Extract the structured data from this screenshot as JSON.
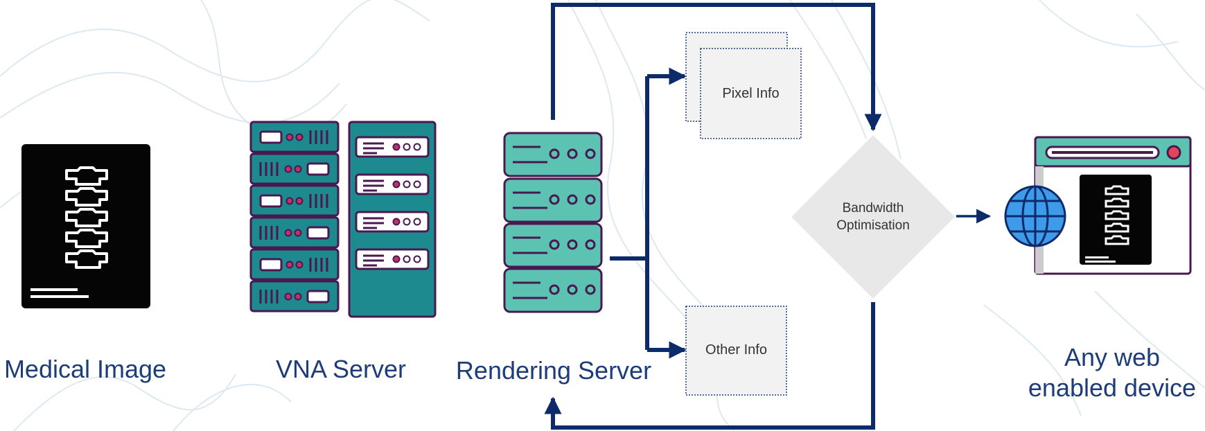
{
  "nodes": {
    "medical_image": "Medical Image",
    "vna_server": "VNA Server",
    "rendering_server": "Rendering Server",
    "pixel_info": "Pixel Info",
    "other_info": "Other Info",
    "bandwidth_line1": "Bandwidth",
    "bandwidth_line2": "Optimisation",
    "device_line1": "Any web",
    "device_line2": "enabled device"
  },
  "colors": {
    "text": "#1d3c78",
    "arrow": "#0d2a6b",
    "teal_dark": "#1d8a8f",
    "teal_light": "#5cc3b3",
    "purple_outline": "#4a1850",
    "diamond": "#e8e8e8",
    "info_box": "#f2f2f2",
    "globe": "#3d9be9",
    "alert_red": "#e0455a"
  },
  "icons": {
    "medical_image": "xray-spine-icon",
    "vna_server": "server-rack-icon",
    "rendering_server": "server-stack-icon",
    "device": "browser-window-icon",
    "globe": "globe-icon"
  }
}
